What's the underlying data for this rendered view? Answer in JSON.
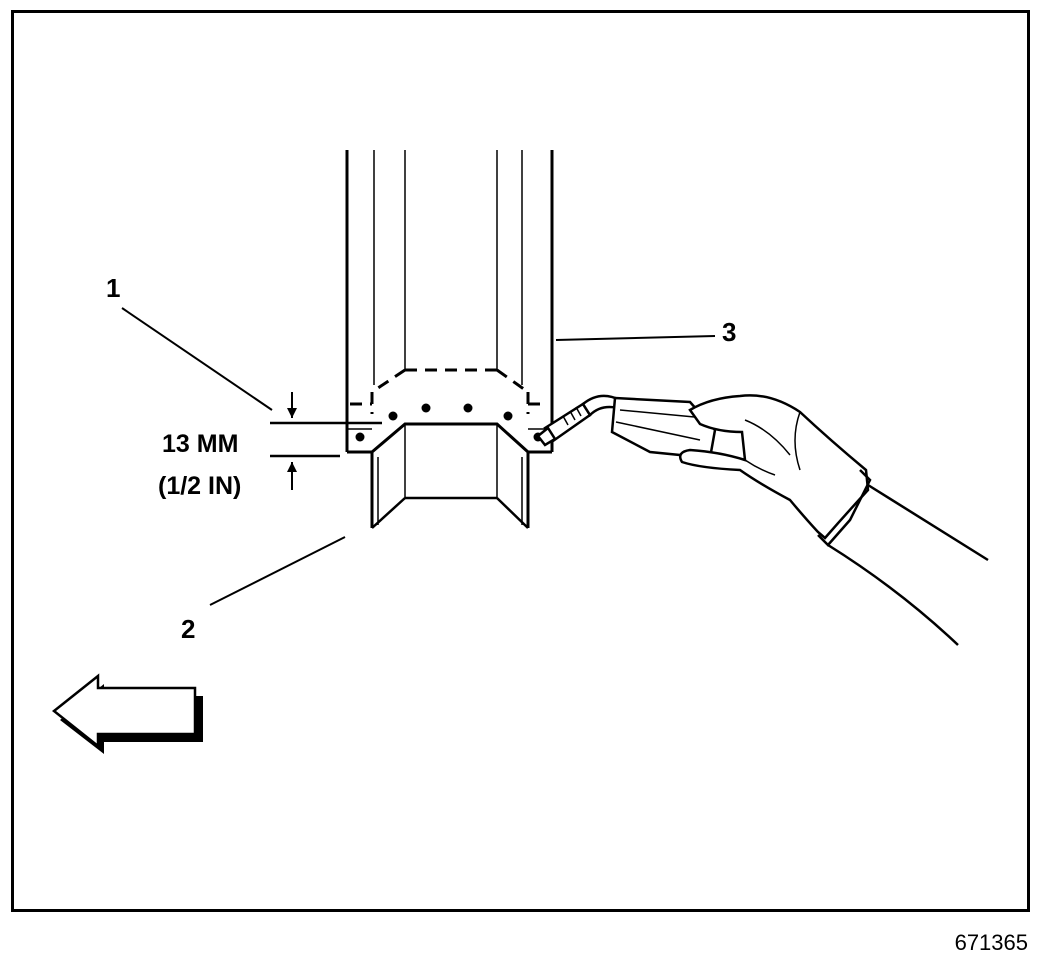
{
  "callouts": {
    "one": "1",
    "two": "2",
    "three": "3"
  },
  "dimension": {
    "metric": "13 MM",
    "imperial": "(1/2 IN)"
  },
  "figure_number": "671365",
  "icons": {
    "direction_arrow": "arrow-left-icon",
    "welding_gun": "welding-torch-icon",
    "hand": "gloved-hand-icon"
  }
}
